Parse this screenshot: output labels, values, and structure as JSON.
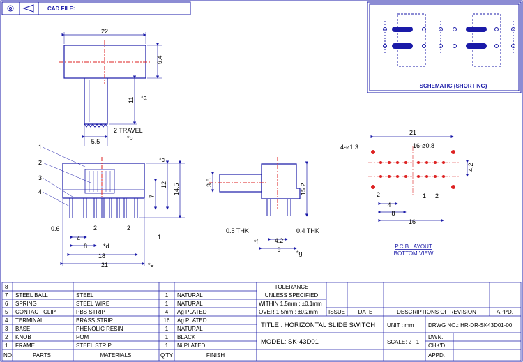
{
  "header": {
    "cad_label": "CAD FILE:"
  },
  "schematic": {
    "caption": "SCHEMATIC (SHORTING)"
  },
  "front_view": {
    "dim_width": "22",
    "dim_height": "9.4",
    "dim_knob": "11",
    "note_a": "*a",
    "dim_knob_w": "5.5",
    "dim_travel": "2 TRAVEL",
    "note_b": "*b",
    "callouts": [
      "1",
      "2",
      "3",
      "4"
    ],
    "dim_c": "*c",
    "dim_7": "7",
    "dim_12": "12",
    "dim_145": "14.5",
    "dim_06": "0.6",
    "dim_4": "4",
    "dim_2a": "2",
    "dim_2b": "2",
    "dim_1": "1",
    "dim_8": "8",
    "note_d": "*d",
    "dim_18": "18",
    "dim_21": "21",
    "note_e": "*e"
  },
  "side_view": {
    "dim_38": "3.8",
    "dim_152": "15.2",
    "thk_left": "0.5 THK",
    "thk_right": "0.4 THK",
    "dim_42": "4.2",
    "note_f": "*f",
    "dim_9": "9",
    "note_g": "*g"
  },
  "pcb": {
    "dim_21": "21",
    "holes_large": "4-ø1.3",
    "holes_small": "16-ø0.8",
    "dim_42": "4.2",
    "dim_2a": "2",
    "dim_1": "1",
    "dim_2b": "2",
    "dim_4": "4",
    "dim_8": "8",
    "dim_16": "16",
    "caption_1": "P.C.B LAYOUT",
    "caption_2": "BOTTOM VIEW"
  },
  "bom": {
    "rows": [
      {
        "no": "8",
        "part": "",
        "material": "",
        "qty": "",
        "finish": ""
      },
      {
        "no": "7",
        "part": "STEEL BALL",
        "material": "STEEL",
        "qty": "1",
        "finish": "NATURAL"
      },
      {
        "no": "6",
        "part": "SPRING",
        "material": "STEEL WIRE",
        "qty": "1",
        "finish": "NATURAL"
      },
      {
        "no": "5",
        "part": "CONTACT CLIP",
        "material": "PBS STRIP",
        "qty": "4",
        "finish": "Ag PLATED"
      },
      {
        "no": "4",
        "part": "TERMINAL",
        "material": "BRASS STRIP",
        "qty": "16",
        "finish": "Ag PLATED"
      },
      {
        "no": "3",
        "part": "BASE",
        "material": "PHENOLIC RESIN",
        "qty": "1",
        "finish": "NATURAL"
      },
      {
        "no": "2",
        "part": "KNOB",
        "material": "POM",
        "qty": "1",
        "finish": "BLACK"
      },
      {
        "no": "1",
        "part": "FRAME",
        "material": "STEEL STRIP",
        "qty": "1",
        "finish": "Ni PLATED"
      }
    ],
    "headers": {
      "no": "NO.",
      "part": "PARTS",
      "material": "MATERIALS",
      "qty": "Q'TY",
      "finish": "FINISH"
    }
  },
  "title_block": {
    "tolerance": "TOLERANCE",
    "unless": "UNLESS  SPECIFIED",
    "within": "WITHIN 1.5mm : ±0.1mm",
    "over": "OVER  1.5mm : ±0.2mm",
    "issue": "ISSUE",
    "date": "DATE",
    "descriptions": "DESCRIPTIONS  OF  REVISION",
    "appd": "APPD.",
    "title": "TITLE :  HORIZONTAL  SLIDE  SWITCH",
    "unit": "UNIT :  mm",
    "drwg": "DRWG NO.:  HR-DR-SK43D01-00",
    "model": "MODEL:  SK-43D01",
    "scale": "SCALE:  2 : 1",
    "dwn": "DWN.",
    "chkd": "CHK'D",
    "appd2": "APPD."
  }
}
